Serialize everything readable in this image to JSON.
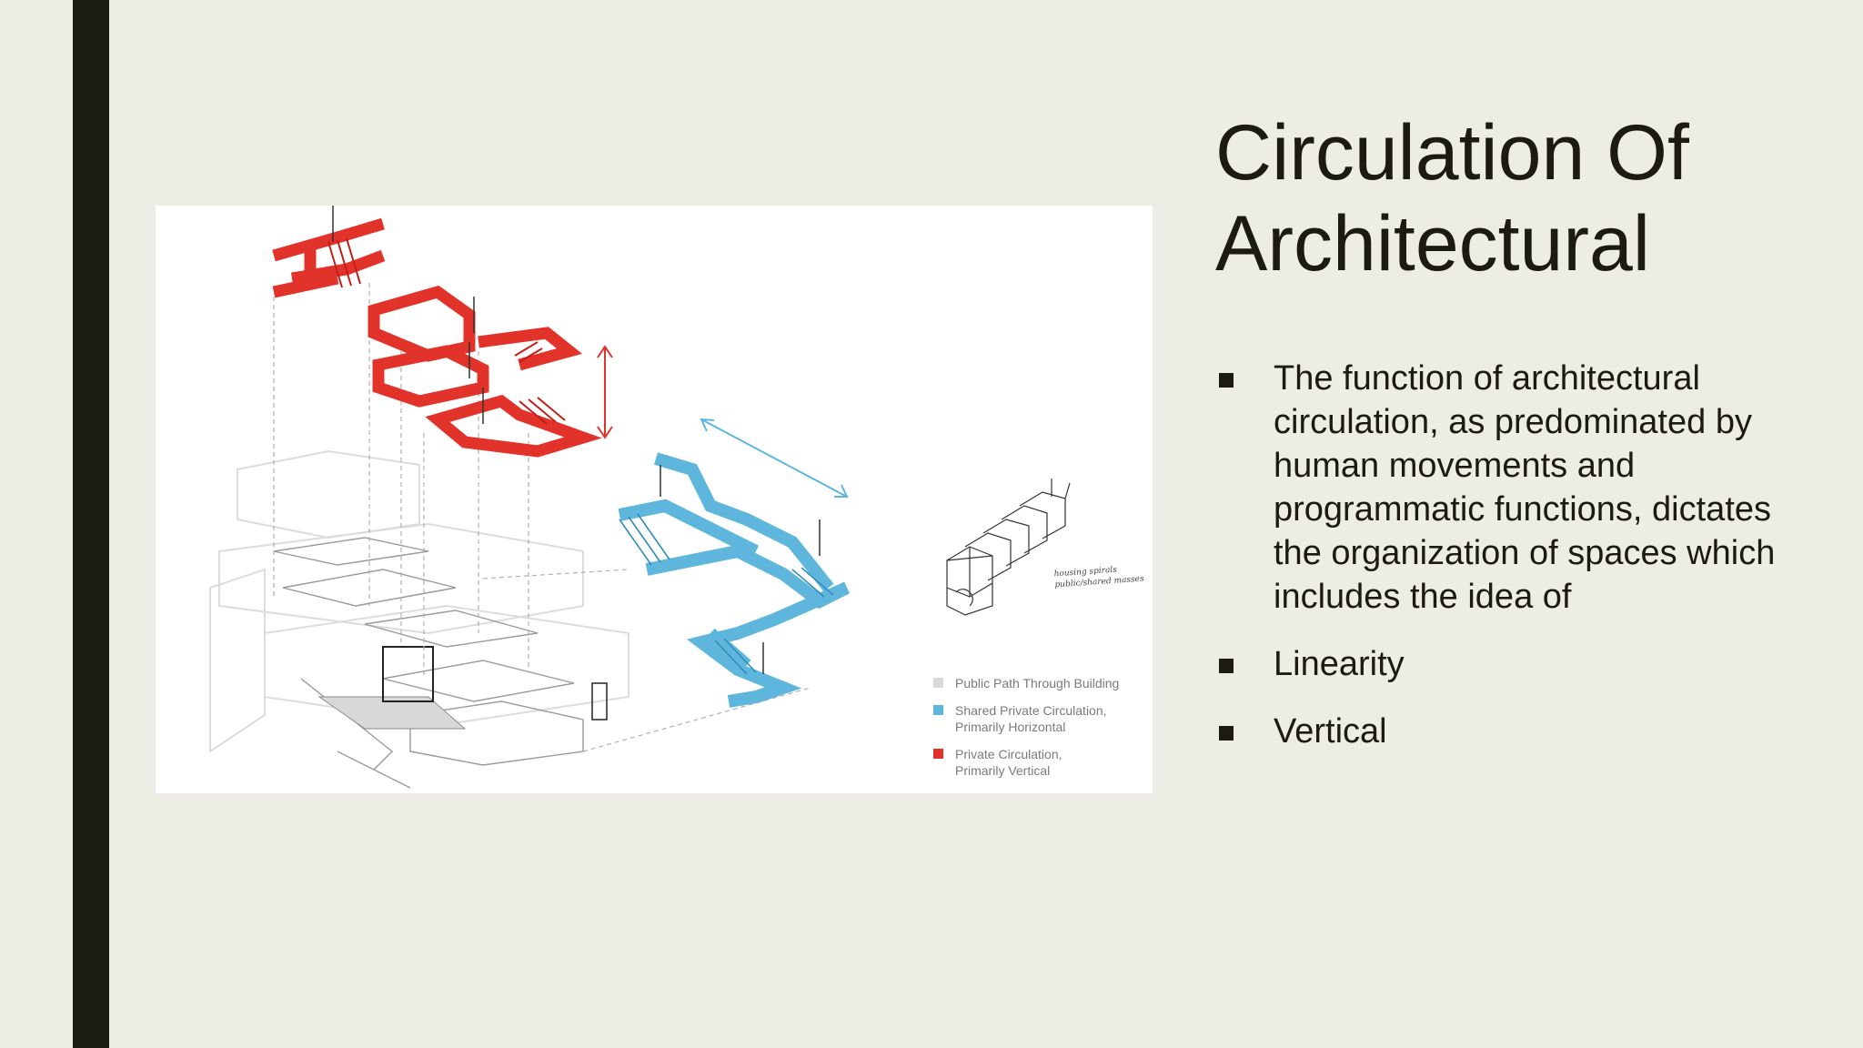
{
  "slide": {
    "title_lines": [
      "Circulation Of",
      "Architectural"
    ],
    "bullets": [
      "The function of architectural circulation, as predominated by human movements and programmatic functions, dictates the organization of spaces which includes the idea of",
      "Linearity",
      "Vertical"
    ]
  },
  "figure": {
    "legend": [
      {
        "lines": [
          "Public Path Through Building"
        ],
        "color": "#d9d9d9"
      },
      {
        "lines": [
          "Shared Private Circulation,",
          "Primarily Horizontal"
        ],
        "color": "#5fb6dd"
      },
      {
        "lines": [
          "Private Circulation,",
          "Primarily Vertical"
        ],
        "color": "#e2332b"
      }
    ],
    "sketch_note": [
      "housing spirals",
      "public/shared masses"
    ]
  },
  "colors": {
    "background": "#eeede5",
    "accent_bar": "#1e1d15",
    "text": "#1c1a12",
    "private_vertical": "#e2332b",
    "shared_horizontal": "#5fb6dd",
    "public_path": "#d9d9d9"
  }
}
